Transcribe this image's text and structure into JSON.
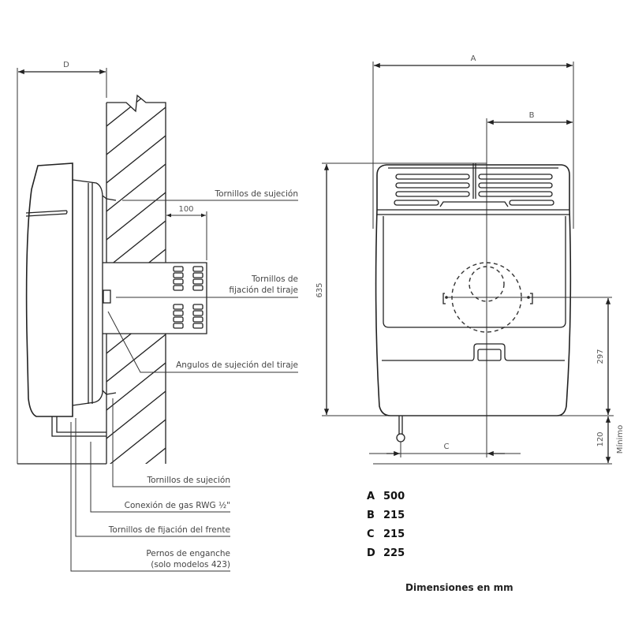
{
  "side_view": {
    "dim_d_label": "D",
    "dim_100_label": "100",
    "callouts": {
      "tornillos_sujecion_top": "Tornillos de sujeción",
      "fijacion_tiraje_line1": "Tornillos de",
      "fijacion_tiraje_line2": "fijación del tiraje",
      "angulos": "Angulos de sujeción del tiraje",
      "tornillos_sujecion_bottom": "Tornillos de sujeción",
      "conexion_gas": "Conexión de gas RWG ½\"",
      "fijacion_frente": "Tornillos de fijación del frente",
      "pernos_line1": "Pernos de enganche",
      "pernos_line2": "(solo modelos 423)"
    }
  },
  "front_view": {
    "dim_a_label": "A",
    "dim_b_label": "B",
    "dim_c_label": "C",
    "dim_height_label": "635",
    "dim_center_label": "297",
    "dim_floor_label": "120",
    "dim_floor_note": "Mínimo"
  },
  "legend": {
    "items": [
      {
        "key": "A",
        "value": "500"
      },
      {
        "key": "B",
        "value": "215"
      },
      {
        "key": "C",
        "value": "215"
      },
      {
        "key": "D",
        "value": "225"
      }
    ],
    "caption": "Dimensiones en mm"
  }
}
